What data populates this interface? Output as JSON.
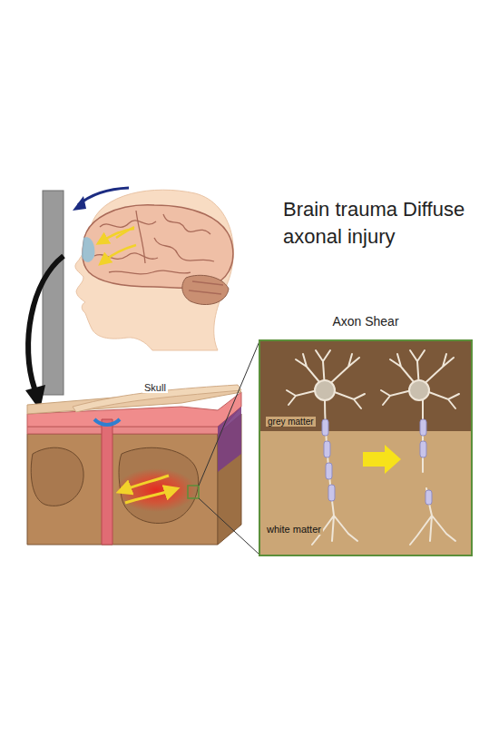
{
  "diagram": {
    "title": "Brain trauma Diffuse axonal injury",
    "nodes": [
      {
        "text": [
          "Axon Shear"
        ]
      }
    ],
    "labels": [
      "Skull",
      "grey matter",
      "white matter"
    ]
  }
}
